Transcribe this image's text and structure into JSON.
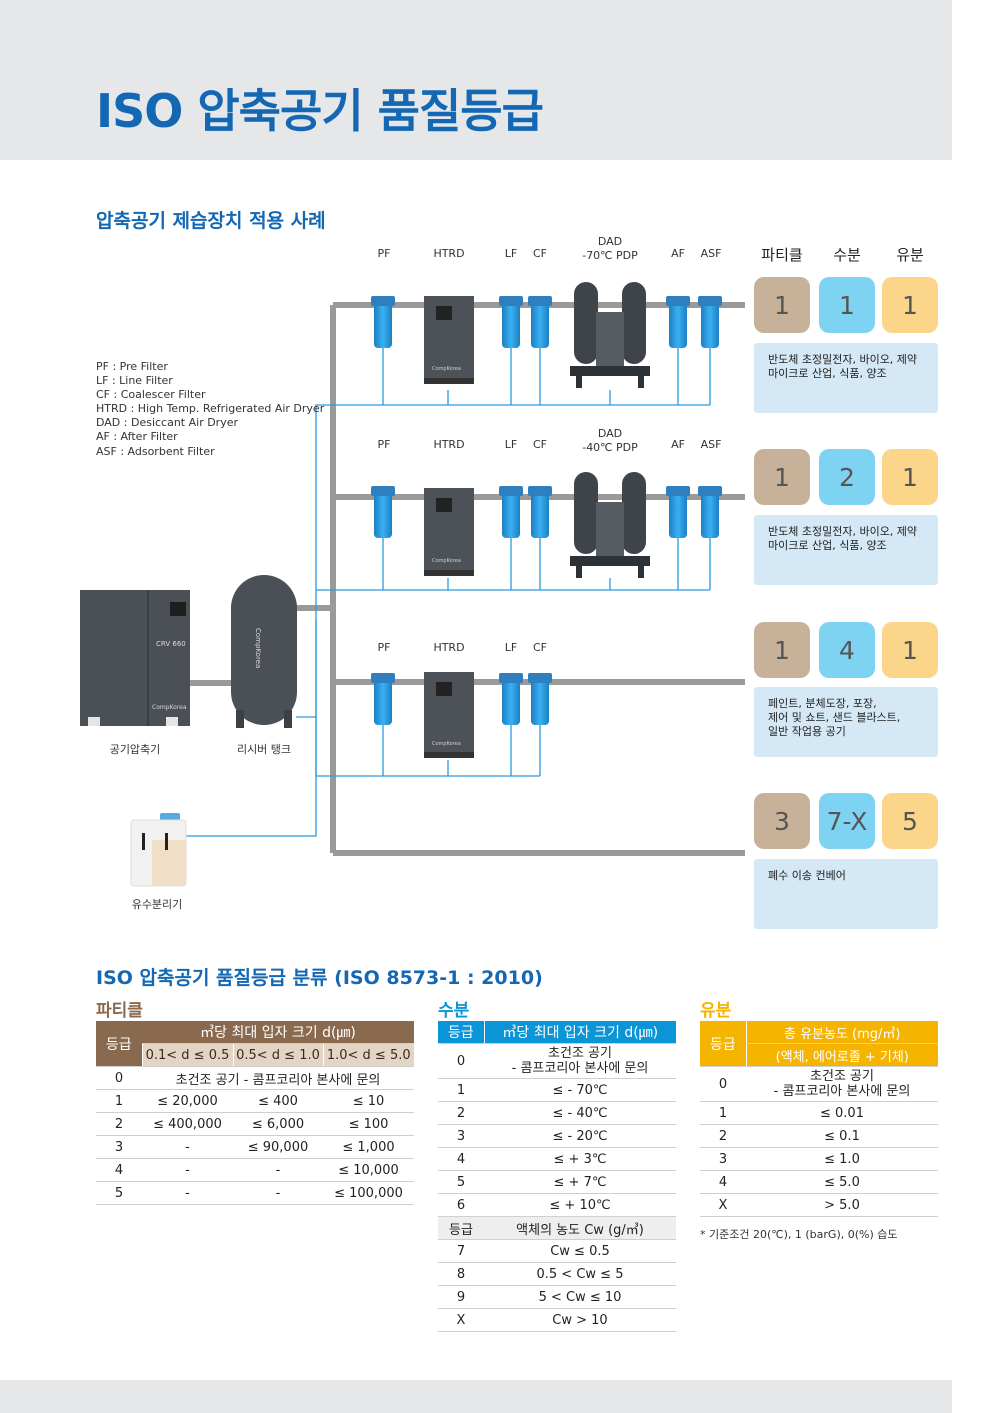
{
  "page_title": "ISO 압축공기 품질등급",
  "diagram": {
    "section_title": "압축공기 제습장치 적용 사례",
    "legend": [
      "PF : Pre Filter",
      "LF : Line Filter",
      "CF : Coalescer Filter",
      "HTRD : High Temp. Refrigerated Air Dryer",
      "DAD : Desiccant Air Dryer",
      "AF : After Filter",
      "ASF : Adsorbent Filter"
    ],
    "columns": {
      "particle": "파티클",
      "moisture": "수분",
      "oil": "유분"
    },
    "rows": [
      {
        "equipment": {
          "pf": "PF",
          "htrd": "HTRD",
          "lf": "LF",
          "cf": "CF",
          "dad": "DAD",
          "dad_pdp": "-70℃ PDP",
          "af": "AF",
          "asf": "ASF"
        },
        "grades": {
          "particle": "1",
          "moisture": "1",
          "oil": "1"
        },
        "description": "반도체 초정밀전자, 바이오, 제약\n마이크로 산업, 식품, 양조"
      },
      {
        "equipment": {
          "pf": "PF",
          "htrd": "HTRD",
          "lf": "LF",
          "cf": "CF",
          "dad": "DAD",
          "dad_pdp": "-40℃ PDP",
          "af": "AF",
          "asf": "ASF"
        },
        "grades": {
          "particle": "1",
          "moisture": "2",
          "oil": "1"
        },
        "description": "반도체 초정밀전자, 바이오, 제약\n마이크로 산업, 식품, 양조"
      },
      {
        "equipment": {
          "pf": "PF",
          "htrd": "HTRD",
          "lf": "LF",
          "cf": "CF"
        },
        "grades": {
          "particle": "1",
          "moisture": "4",
          "oil": "1"
        },
        "description": "페인트, 분체도장, 포장,\n제어 및 쇼트, 샌드 블라스트,\n일반 작업용 공기"
      },
      {
        "equipment": {},
        "grades": {
          "particle": "3",
          "moisture": "7-X",
          "oil": "5"
        },
        "description": "폐수 이송 컨베어"
      }
    ],
    "compressor_label": "공기압축기",
    "compressor_model": "CRV 660",
    "brand": "CompKorea",
    "tank_label": "리시버 탱크",
    "separator_label": "유수분리기"
  },
  "classification": {
    "title": "ISO 압축공기 품질등급 분류 (ISO 8573-1 : 2010)",
    "particle": {
      "title": "파티클",
      "grade_header": "등급",
      "main_header": "㎥당 최대 입자 크기 d(㎛)",
      "sub_headers": [
        "0.1< d ≤ 0.5",
        "0.5< d ≤ 1.0",
        "1.0< d ≤ 5.0"
      ],
      "row0": {
        "grade": "0",
        "text": "초건조 공기 - 콤프코리아 본사에 문의"
      },
      "rows": [
        [
          "1",
          "≤ 20,000",
          "≤ 400",
          "≤ 10"
        ],
        [
          "2",
          "≤ 400,000",
          "≤ 6,000",
          "≤ 100"
        ],
        [
          "3",
          "-",
          "≤ 90,000",
          "≤ 1,000"
        ],
        [
          "4",
          "-",
          "-",
          "≤ 10,000"
        ],
        [
          "5",
          "-",
          "-",
          "≤ 100,000"
        ]
      ]
    },
    "moisture": {
      "title": "수분",
      "grade_header": "등급",
      "main_header": "㎥당 최대 입자 크기 d(㎛)",
      "row0": {
        "grade": "0",
        "line1": "초건조 공기",
        "line2": "- 콤프코리아 본사에 문의"
      },
      "rows": [
        [
          "1",
          "≤ - 70℃"
        ],
        [
          "2",
          "≤ - 40℃"
        ],
        [
          "3",
          "≤ - 20℃"
        ],
        [
          "4",
          "≤ + 3℃"
        ],
        [
          "5",
          "≤ + 7℃"
        ],
        [
          "6",
          "≤ + 10℃"
        ]
      ],
      "mid_header": {
        "grade": "등급",
        "text": "액체의 농도 Cw (g/㎥)"
      },
      "rows2": [
        [
          "7",
          "Cw ≤ 0.5"
        ],
        [
          "8",
          "0.5 < Cw ≤ 5"
        ],
        [
          "9",
          "5 < Cw ≤ 10"
        ],
        [
          "X",
          "Cw > 10"
        ]
      ]
    },
    "oil": {
      "title": "유분",
      "grade_header": "등급",
      "header_line1": "총 유분농도 (mg/㎥)",
      "header_line2": "(액체, 에어로졸 + 기체)",
      "row0": {
        "grade": "0",
        "line1": "초건조 공기",
        "line2": "- 콤프코리아 본사에 문의"
      },
      "rows": [
        [
          "1",
          "≤ 0.01"
        ],
        [
          "2",
          "≤ 0.1"
        ],
        [
          "3",
          "≤ 1.0"
        ],
        [
          "4",
          "≤ 5.0"
        ],
        [
          "X",
          "> 5.0"
        ]
      ],
      "note": "* 기준조건 20(℃), 1 (barG), 0(%) 습도"
    }
  },
  "colors": {
    "title_blue": "#1467b3",
    "particle_brown": "#8a6a4f",
    "moisture_blue": "#0b94d6",
    "oil_yellow": "#f5b400",
    "tile_particle": "#c7b299",
    "tile_moisture": "#7fd3f2",
    "tile_oil": "#fbd58a",
    "filter_blue": "#2a9be0",
    "pipe_gray": "#9a9a9a",
    "panel_blue": "#d4e8f5"
  }
}
